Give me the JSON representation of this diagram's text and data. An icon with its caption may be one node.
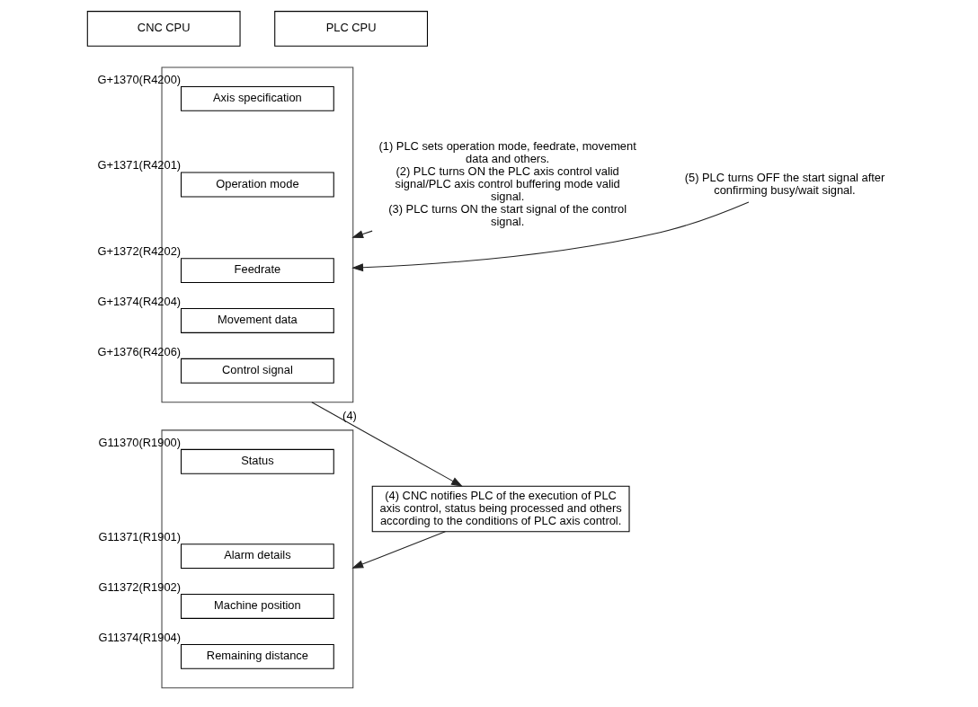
{
  "diagram": {
    "nodes": [
      {
        "text": [
          "CNC CPU"
        ]
      },
      {
        "text": [
          "PLC CPU"
        ]
      },
      {
        "text": [],
        "shape": "box"
      },
      {
        "text": [
          "Axis specification"
        ],
        "in": 2,
        "beside": [
          "G+1370(R4200)"
        ]
      },
      {
        "text": [
          "Operation mode"
        ],
        "in": 2,
        "beside": [
          "G+1371(R4201)"
        ]
      },
      {
        "text": [
          "Feedrate"
        ],
        "in": 2,
        "beside": [
          "G+1372(R4202)"
        ]
      },
      {
        "text": [
          "Movement data"
        ],
        "in": 2,
        "beside": [
          "G+1374(R4204)"
        ]
      },
      {
        "text": [
          "Control signal"
        ],
        "in": 2,
        "beside": [
          "G+1376(R4206)"
        ]
      },
      {
        "text": [],
        "shape": "box"
      },
      {
        "text": [
          "Status"
        ],
        "in": 8,
        "beside": [
          "G11370(R1900)"
        ]
      },
      {
        "text": [
          "Alarm details"
        ],
        "in": 8,
        "beside": [
          "G11371(R1901)"
        ]
      },
      {
        "text": [
          "Machine position"
        ],
        "in": 8,
        "beside": [
          "G11372(R1902)"
        ]
      },
      {
        "text": [
          "Remaining distance"
        ],
        "in": 8,
        "beside": [
          "G11374(R1904)"
        ]
      },
      {
        "text": [
          "(1) PLC sets operation mode, feedrate, movement data and others.",
          "(2) PLC turns ON the PLC axis control valid signal/PLC axis control buffering mode valid signal.",
          "(3) PLC turns ON the start signal of the control signal."
        ]
      },
      {
        "text": [
          "(5) PLC turns OFF the start signal after confirming busy/wait signal."
        ]
      },
      {
        "text": [
          "(4) CNC notifies PLC of the execution of PLC axis control, status being processed and others according to the conditions of PLC axis control."
        ]
      }
    ],
    "edges": [
      {
        "from": 13,
        "to": 2,
        "arrow": "to"
      },
      {
        "from": 14,
        "to": 2,
        "arrow": "to"
      },
      {
        "from": 2,
        "to": 15,
        "arrow": "to",
        "label": "(4)"
      },
      {
        "from": 15,
        "to": 8,
        "arrow": "to"
      }
    ]
  }
}
